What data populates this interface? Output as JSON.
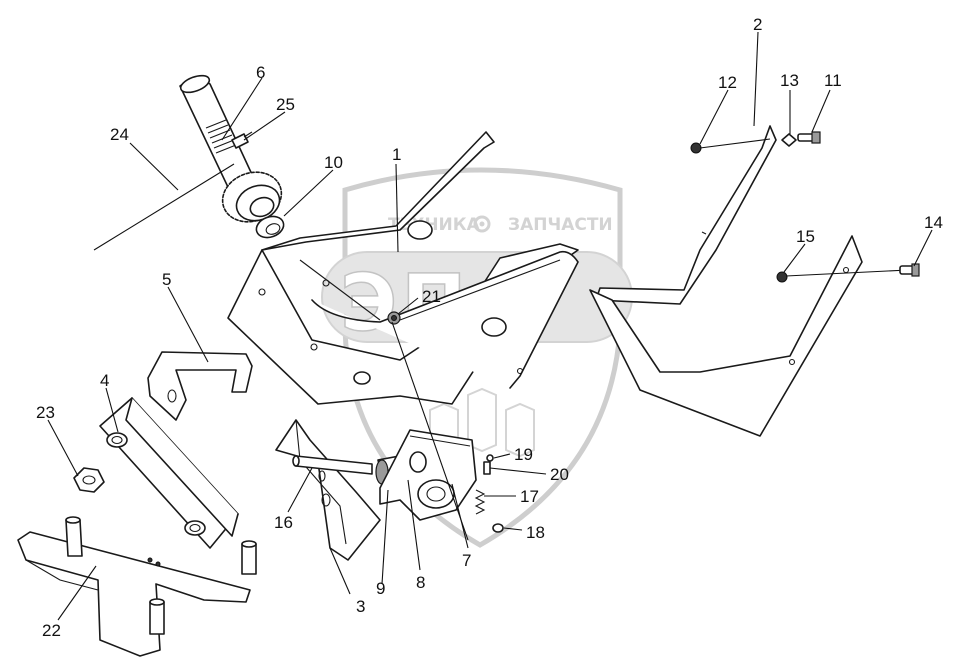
{
  "watermark": {
    "left_word": "ТЕХНИКА",
    "right_word": "ЗАПЧАСТИ",
    "big_letters": "ЭПФ",
    "gear_icon": "gear-icon"
  },
  "callouts": [
    {
      "id": "c1",
      "text": "1"
    },
    {
      "id": "c2",
      "text": "2"
    },
    {
      "id": "c3",
      "text": "3"
    },
    {
      "id": "c4",
      "text": "4"
    },
    {
      "id": "c5",
      "text": "5"
    },
    {
      "id": "c6",
      "text": "6"
    },
    {
      "id": "c7",
      "text": "7"
    },
    {
      "id": "c8",
      "text": "8"
    },
    {
      "id": "c9",
      "text": "9"
    },
    {
      "id": "c10",
      "text": "10"
    },
    {
      "id": "c11",
      "text": "11"
    },
    {
      "id": "c12",
      "text": "12"
    },
    {
      "id": "c13",
      "text": "13"
    },
    {
      "id": "c14",
      "text": "14"
    },
    {
      "id": "c15",
      "text": "15"
    },
    {
      "id": "c16",
      "text": "16"
    },
    {
      "id": "c17",
      "text": "17"
    },
    {
      "id": "c18",
      "text": "18"
    },
    {
      "id": "c19",
      "text": "19"
    },
    {
      "id": "c20",
      "text": "20"
    },
    {
      "id": "c21",
      "text": "21"
    },
    {
      "id": "c22",
      "text": "22"
    },
    {
      "id": "c23",
      "text": "23"
    },
    {
      "id": "c24",
      "text": "24"
    },
    {
      "id": "c25",
      "text": "25"
    }
  ]
}
